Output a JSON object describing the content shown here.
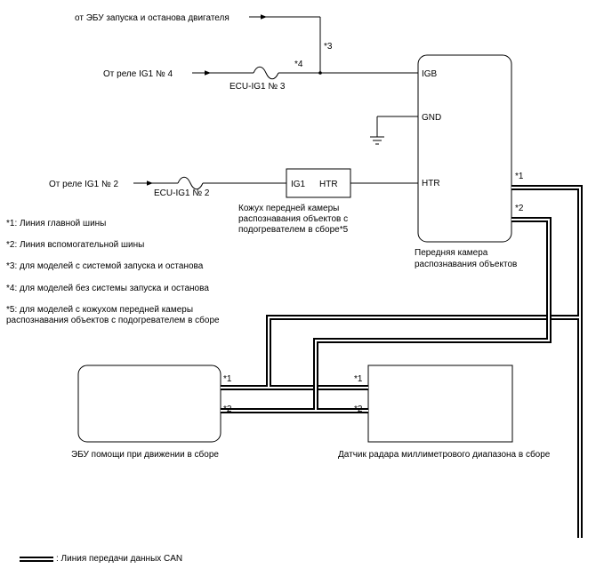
{
  "sources": {
    "ecu_start_stop": "от ЭБУ запуска и останова двигателя",
    "relay_ig1_4": "От реле IG1 № 4",
    "relay_ig1_2": "От реле IG1 № 2"
  },
  "fuses": {
    "ecu_ig1_3": "ECU-IG1 № 3",
    "ecu_ig1_2": "ECU-IG1 № 2"
  },
  "camera": {
    "pin_igb": "IGB",
    "pin_gnd": "GND",
    "pin_htr": "HTR",
    "caption_line1": "Передняя камера",
    "caption_line2": "распознавания объектов"
  },
  "heater_housing": {
    "pin_ig1": "IG1",
    "pin_htr": "HTR",
    "caption_line1": "Кожух передней камеры",
    "caption_line2": "распознавания объектов с",
    "caption_line3": "подогревателем в сборе*5"
  },
  "driving_assist_ecu": {
    "caption": "ЭБУ помощи при движении в сборе"
  },
  "radar_sensor": {
    "caption": "Датчик радара миллиметрового диапазона в сборе"
  },
  "markers": {
    "m1": "*1",
    "m2": "*2",
    "m3": "*3",
    "m4": "*4"
  },
  "footnotes": {
    "n1": "*1: Линия главной шины",
    "n2": "*2: Линия вспомогательной шины",
    "n3": "*3: для моделей с системой запуска и останова",
    "n4": "*4: для моделей без системы запуска и останова",
    "n5_line1": "*5: для моделей с кожухом передней камеры",
    "n5_line2": "распознавания объектов с подогревателем в сборе"
  },
  "legend": {
    "can_line": ": Линия передачи данных CAN"
  }
}
